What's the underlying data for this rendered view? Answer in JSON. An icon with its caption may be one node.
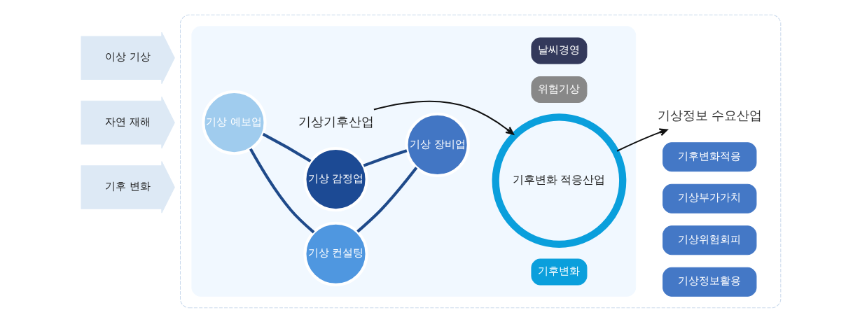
{
  "diagram": {
    "nodes": [
      {
        "text": [
          "기후 변화"
        ]
      },
      {
        "text": [
          "자연 재해"
        ]
      },
      {
        "text": [
          "이상 기상"
        ]
      },
      {
        "text": [],
        "shape": "box"
      },
      {
        "text": [],
        "shape": "box",
        "in": 3
      },
      {
        "text": [
          "기상 감정업"
        ],
        "in": 4
      },
      {
        "text": [
          "기상 예보업"
        ],
        "in": 4
      },
      {
        "text": [
          "기상기후산업"
        ],
        "in": 4
      },
      {
        "text": [
          "기상 장비업"
        ],
        "in": 4
      },
      {
        "text": [
          "기상 컨설팅"
        ],
        "in": 4
      },
      {
        "text": [
          "날씨경영"
        ],
        "in": 4
      },
      {
        "text": [
          "위험기상"
        ],
        "in": 4
      },
      {
        "text": [
          "기후변화 적응산업"
        ],
        "in": 4
      },
      {
        "text": [
          "기후변화"
        ],
        "in": 4
      },
      {
        "text": [
          "기상정보 수요산업"
        ],
        "in": 3
      },
      {
        "text": [
          "기후변화적응"
        ],
        "in": 3
      },
      {
        "text": [
          "기상부가가치"
        ],
        "in": 3
      },
      {
        "text": [
          "기상위험회피"
        ],
        "in": 3
      },
      {
        "text": [
          "기상정보활용"
        ],
        "in": 3
      }
    ],
    "edges": [
      {
        "from": 6,
        "to": 5,
        "arrow": "none"
      },
      {
        "from": 5,
        "to": 8,
        "arrow": "none"
      },
      {
        "from": 8,
        "to": 9,
        "arrow": "none"
      },
      {
        "from": 9,
        "to": 6,
        "arrow": "none"
      },
      {
        "from": 7,
        "to": 12,
        "arrow": "to",
        "color": "#111111"
      },
      {
        "from": 12,
        "to": 14,
        "arrow": "to",
        "color": "#111111"
      }
    ]
  }
}
